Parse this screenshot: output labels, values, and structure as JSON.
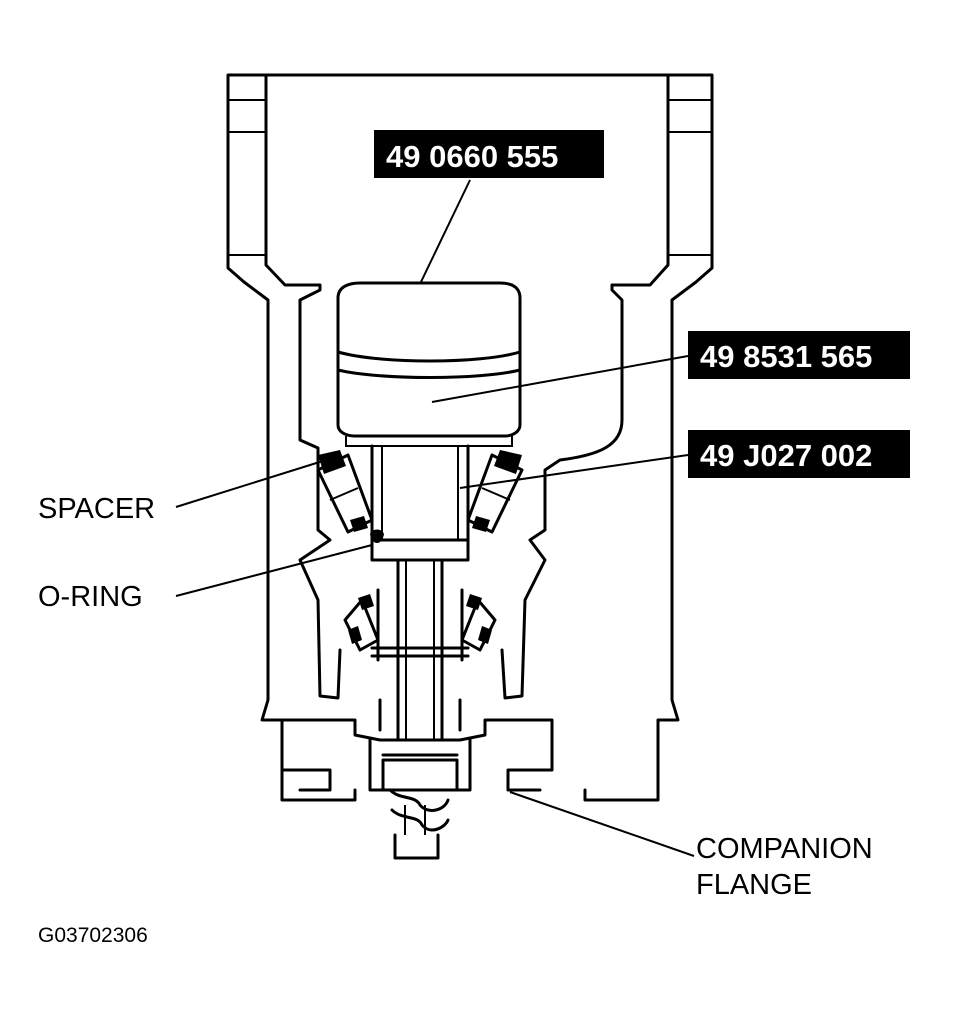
{
  "labels": {
    "tool_1": "49 0660 555",
    "tool_2": "49 8531 565",
    "tool_3": "49 J027 002",
    "spacer": "SPACER",
    "o_ring": "O-RING",
    "companion_line1": "COMPANION",
    "companion_line2": "FLANGE",
    "figure_id": "G03702306"
  },
  "colors": {
    "ink": "#000000",
    "paper": "#ffffff"
  }
}
